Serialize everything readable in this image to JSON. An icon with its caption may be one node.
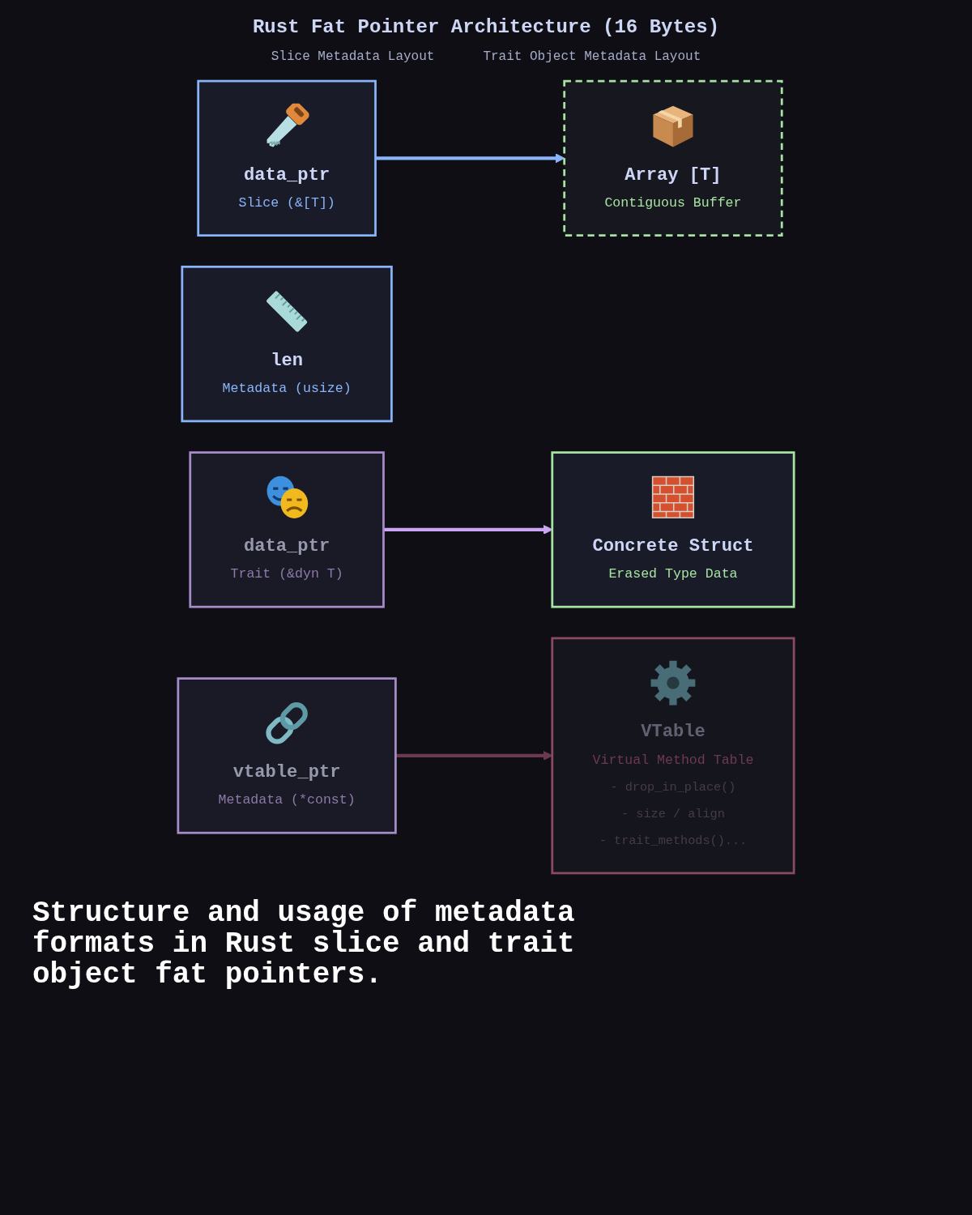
{
  "diagram": {
    "title": "Rust Fat Pointer Architecture (16 Bytes)",
    "caption": "Structure and usage of metadata formats in Rust slice and trait object fat pointers.",
    "nodes": [
      {
        "text": [
          "data_ptr",
          "Slice (&[T])"
        ]
      },
      {
        "text": [
          "len",
          "Metadata (usize)"
        ]
      },
      {
        "text": [
          "Array [T]",
          "Contiguous Buffer"
        ]
      },
      {
        "text": [
          "Concrete Struct",
          "Erased Type Data"
        ]
      },
      {
        "text": [
          "data_ptr",
          "Trait (&dyn T)"
        ]
      },
      {
        "text": [
          "vtable_ptr",
          "Metadata (*const)"
        ]
      },
      {
        "text": [
          "VTable",
          "Virtual Method Table",
          "- drop_in_place()",
          "- size / align",
          "- trait_methods()..."
        ]
      }
    ],
    "edges": [
      {
        "from": 0,
        "to": 2,
        "arrow": "to",
        "color": "#89b4fa"
      },
      {
        "from": 4,
        "to": 3,
        "arrow": "to",
        "color": "#cba6f7"
      },
      {
        "from": 5,
        "to": 6,
        "arrow": "to",
        "color": "#6b3a50"
      }
    ],
    "labels": [
      "Slice Metadata Layout",
      "Trait Object Metadata Layout"
    ]
  }
}
